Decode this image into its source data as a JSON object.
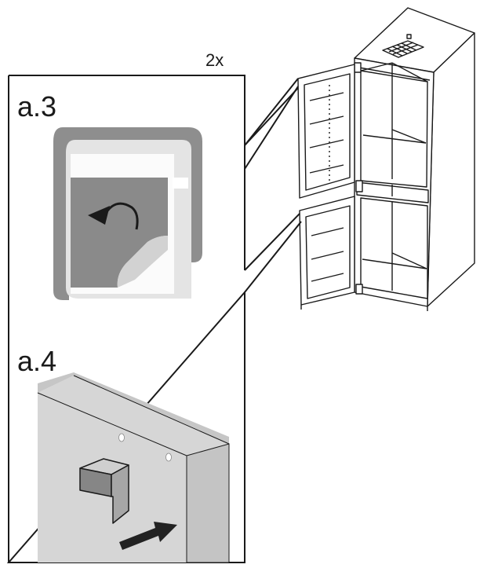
{
  "labels": {
    "quantity": "2x",
    "step_a3": "a.3",
    "step_a4": "a.4"
  },
  "icons": {
    "a3_detail": "peel-sticker-rotate-arrow",
    "a4_detail": "mounting-bracket-slide-arrow",
    "appliance": "fridge-freezer-open-doors"
  },
  "colors": {
    "line": "#1a1a1a",
    "panel_dark": "#8a8a8a",
    "panel_mid": "#b4b4b4",
    "panel_light": "#e0e0e0",
    "panel_bg": "#d4d4d4"
  }
}
